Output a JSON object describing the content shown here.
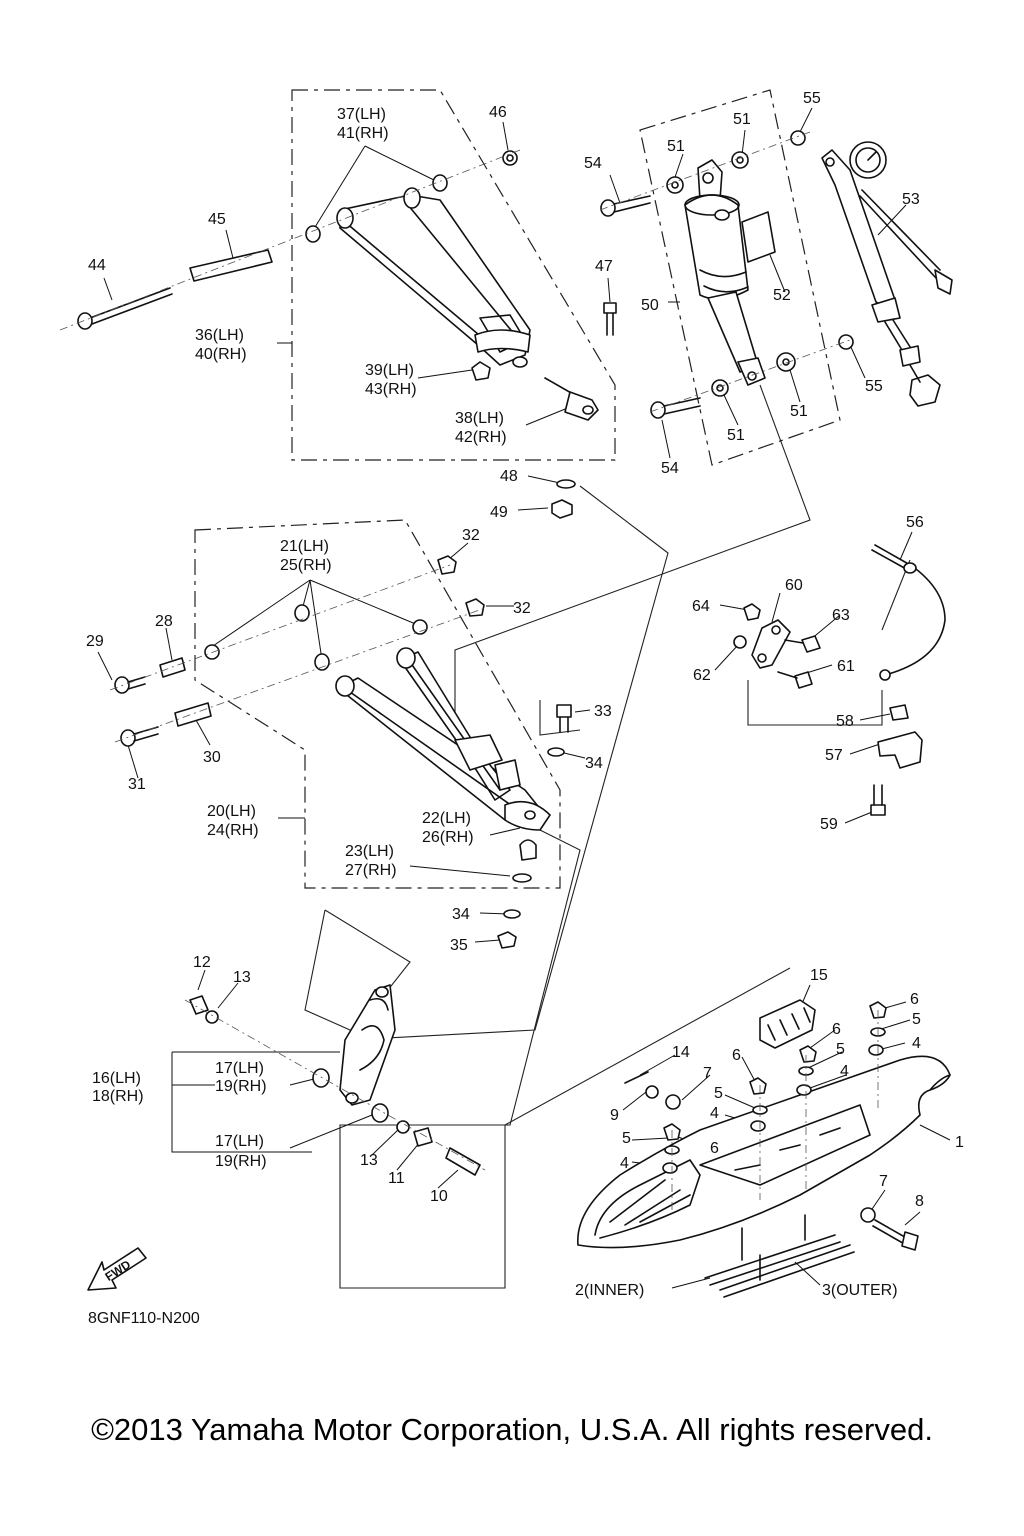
{
  "diagram_code": "8GNF110-N200",
  "fwd_label": "FWD",
  "copyright": "©2013 Yamaha Motor Corporation, U.S.A. All rights reserved.",
  "callouts": [
    {
      "id": "c1",
      "text": "1"
    },
    {
      "id": "c2",
      "text": "2(INNER)"
    },
    {
      "id": "c3",
      "text": "3(OUTER)"
    },
    {
      "id": "c4a",
      "text": "4"
    },
    {
      "id": "c4b",
      "text": "4"
    },
    {
      "id": "c4c",
      "text": "4"
    },
    {
      "id": "c4d",
      "text": "4"
    },
    {
      "id": "c5a",
      "text": "5"
    },
    {
      "id": "c5b",
      "text": "5"
    },
    {
      "id": "c5c",
      "text": "5"
    },
    {
      "id": "c5d",
      "text": "5"
    },
    {
      "id": "c6a",
      "text": "6"
    },
    {
      "id": "c6b",
      "text": "6"
    },
    {
      "id": "c6c",
      "text": "6"
    },
    {
      "id": "c6d",
      "text": "6"
    },
    {
      "id": "c7a",
      "text": "7"
    },
    {
      "id": "c7b",
      "text": "7"
    },
    {
      "id": "c8",
      "text": "8"
    },
    {
      "id": "c9",
      "text": "9"
    },
    {
      "id": "c10",
      "text": "10"
    },
    {
      "id": "c11",
      "text": "11"
    },
    {
      "id": "c12",
      "text": "12"
    },
    {
      "id": "c13a",
      "text": "13"
    },
    {
      "id": "c13b",
      "text": "13"
    },
    {
      "id": "c14",
      "text": "14"
    },
    {
      "id": "c15",
      "text": "15"
    },
    {
      "id": "c16",
      "text": "16(LH)"
    },
    {
      "id": "c18",
      "text": "18(RH)"
    },
    {
      "id": "c17a",
      "text": "17(LH)"
    },
    {
      "id": "c19a",
      "text": "19(RH)"
    },
    {
      "id": "c17b",
      "text": "17(LH)"
    },
    {
      "id": "c19b",
      "text": "19(RH)"
    },
    {
      "id": "c20",
      "text": "20(LH)"
    },
    {
      "id": "c24",
      "text": "24(RH)"
    },
    {
      "id": "c21",
      "text": "21(LH)"
    },
    {
      "id": "c25",
      "text": "25(RH)"
    },
    {
      "id": "c22",
      "text": "22(LH)"
    },
    {
      "id": "c26",
      "text": "26(RH)"
    },
    {
      "id": "c23",
      "text": "23(LH)"
    },
    {
      "id": "c27",
      "text": "27(RH)"
    },
    {
      "id": "c28",
      "text": "28"
    },
    {
      "id": "c29",
      "text": "29"
    },
    {
      "id": "c30",
      "text": "30"
    },
    {
      "id": "c31",
      "text": "31"
    },
    {
      "id": "c32a",
      "text": "32"
    },
    {
      "id": "c32b",
      "text": "32"
    },
    {
      "id": "c33",
      "text": "33"
    },
    {
      "id": "c34a",
      "text": "34"
    },
    {
      "id": "c34b",
      "text": "34"
    },
    {
      "id": "c35",
      "text": "35"
    },
    {
      "id": "c36",
      "text": "36(LH)"
    },
    {
      "id": "c40",
      "text": "40(RH)"
    },
    {
      "id": "c37",
      "text": "37(LH)"
    },
    {
      "id": "c41",
      "text": "41(RH)"
    },
    {
      "id": "c38",
      "text": "38(LH)"
    },
    {
      "id": "c42",
      "text": "42(RH)"
    },
    {
      "id": "c39",
      "text": "39(LH)"
    },
    {
      "id": "c43",
      "text": "43(RH)"
    },
    {
      "id": "c44",
      "text": "44"
    },
    {
      "id": "c45",
      "text": "45"
    },
    {
      "id": "c46",
      "text": "46"
    },
    {
      "id": "c47",
      "text": "47"
    },
    {
      "id": "c48",
      "text": "48"
    },
    {
      "id": "c49",
      "text": "49"
    },
    {
      "id": "c50",
      "text": "50"
    },
    {
      "id": "c51a",
      "text": "51"
    },
    {
      "id": "c51b",
      "text": "51"
    },
    {
      "id": "c51c",
      "text": "51"
    },
    {
      "id": "c51d",
      "text": "51"
    },
    {
      "id": "c52",
      "text": "52"
    },
    {
      "id": "c53",
      "text": "53"
    },
    {
      "id": "c54a",
      "text": "54"
    },
    {
      "id": "c54b",
      "text": "54"
    },
    {
      "id": "c55a",
      "text": "55"
    },
    {
      "id": "c55b",
      "text": "55"
    },
    {
      "id": "c56",
      "text": "56"
    },
    {
      "id": "c57",
      "text": "57"
    },
    {
      "id": "c58",
      "text": "58"
    },
    {
      "id": "c59",
      "text": "59"
    },
    {
      "id": "c60",
      "text": "60"
    },
    {
      "id": "c61",
      "text": "61"
    },
    {
      "id": "c62",
      "text": "62"
    },
    {
      "id": "c63",
      "text": "63"
    },
    {
      "id": "c64",
      "text": "64"
    }
  ]
}
